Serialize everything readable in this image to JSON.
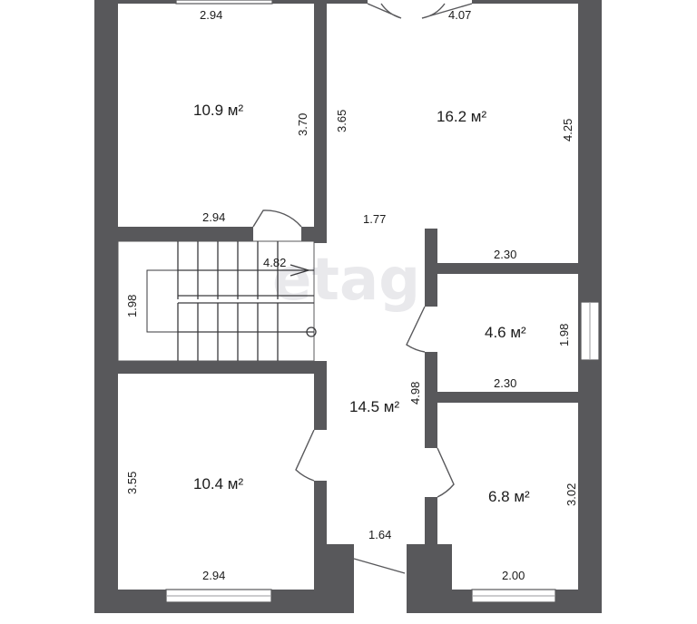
{
  "watermark": "etagi",
  "rooms": {
    "top_left": {
      "area": "10.9 м²",
      "width_top": "2.94",
      "width_bottom": "2.94",
      "height": "3.70"
    },
    "top_right": {
      "area": "16.2 м²",
      "width_top": "4.07",
      "height_left": "3.65",
      "height_right": "4.25",
      "width_bottom": "2.30"
    },
    "hall": {
      "area": "14.5 м²",
      "width_top": "1.77",
      "width_bottom": "1.64",
      "height": "4.98"
    },
    "staircase": {
      "length": "4.82",
      "width": "1.98"
    },
    "small_right": {
      "area": "4.6 м²",
      "height": "1.98",
      "width_bottom": "2.30"
    },
    "bottom_left": {
      "area": "10.4 м²",
      "height": "3.55",
      "width_bottom": "2.94"
    },
    "bottom_right": {
      "area": "6.8 м²",
      "height": "3.02",
      "width_bottom": "2.00"
    }
  }
}
